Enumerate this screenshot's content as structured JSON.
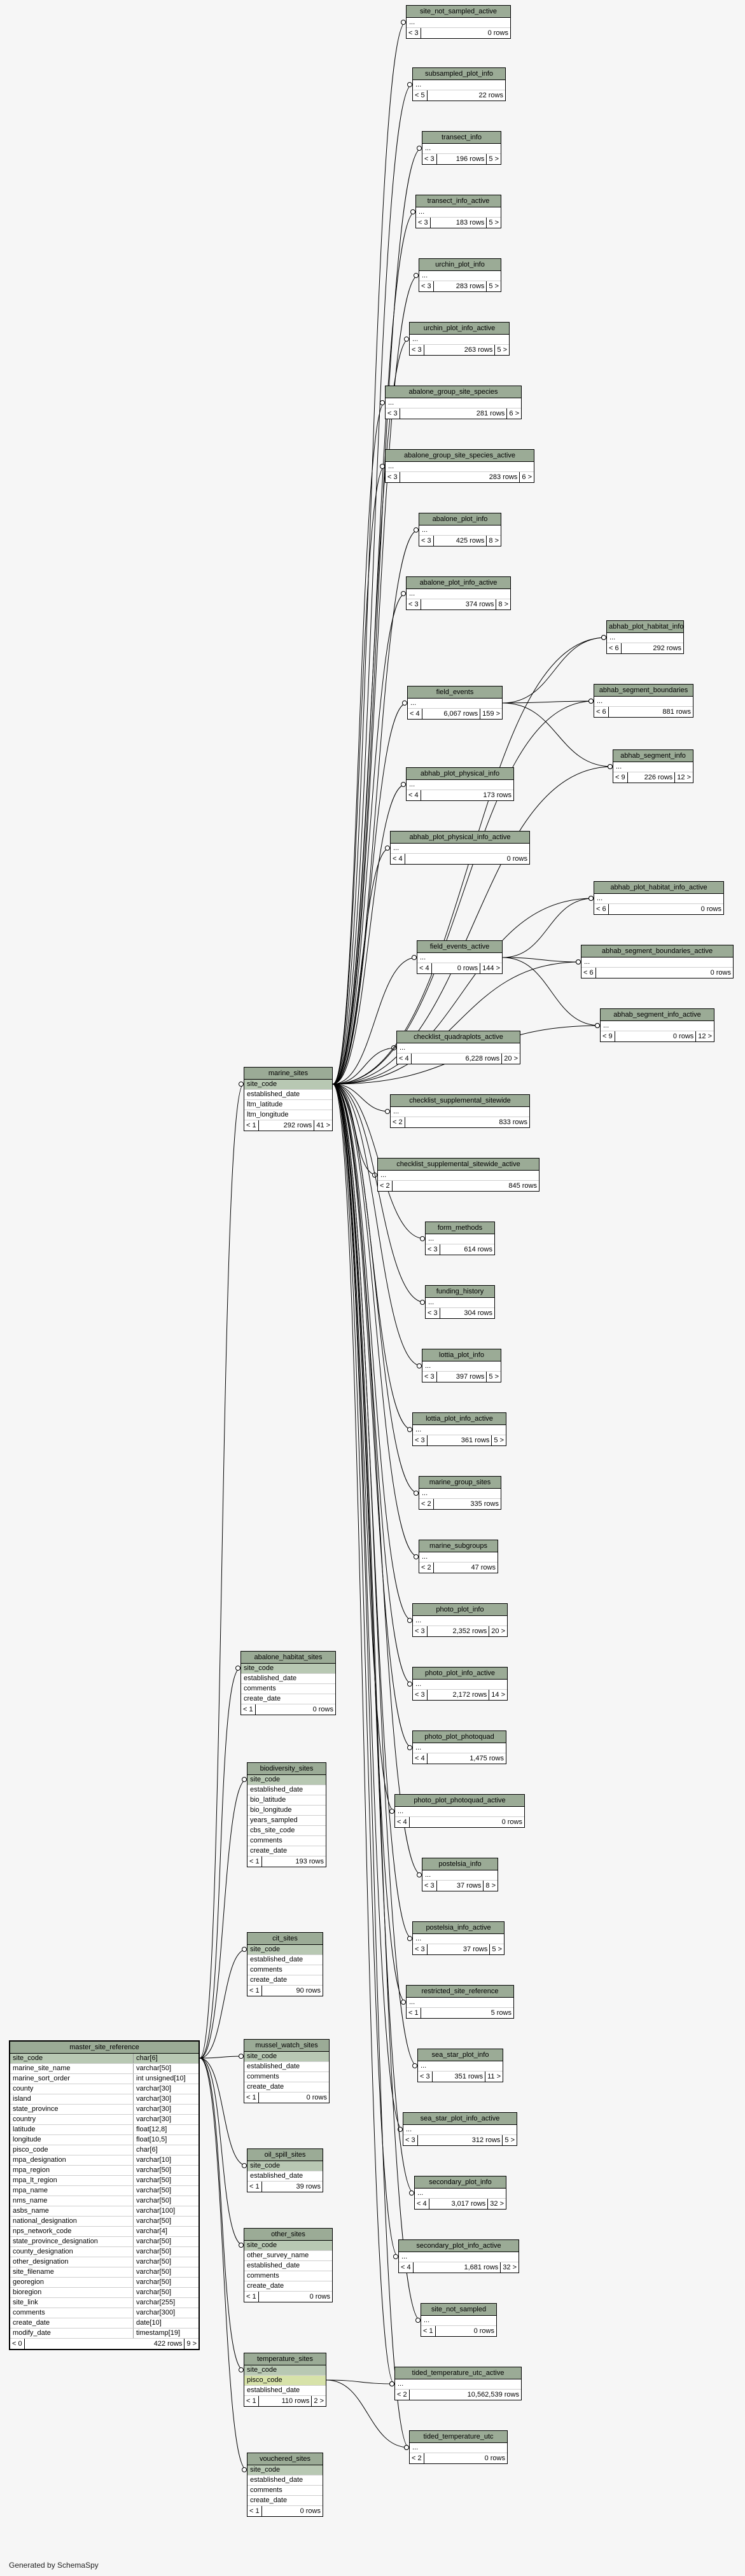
{
  "generated_by": "Generated by SchemaSpy",
  "master": {
    "name": "master_site_reference",
    "columns": [
      [
        "site_code",
        "char[6]"
      ],
      [
        "marine_site_name",
        "varchar[50]"
      ],
      [
        "marine_sort_order",
        "int unsigned[10]"
      ],
      [
        "county",
        "varchar[30]"
      ],
      [
        "island",
        "varchar[30]"
      ],
      [
        "state_province",
        "varchar[30]"
      ],
      [
        "country",
        "varchar[30]"
      ],
      [
        "latitude",
        "float[12,8]"
      ],
      [
        "longitude",
        "float[10,5]"
      ],
      [
        "pisco_code",
        "char[6]"
      ],
      [
        "mpa_designation",
        "varchar[10]"
      ],
      [
        "mpa_region",
        "varchar[50]"
      ],
      [
        "mpa_lt_region",
        "varchar[50]"
      ],
      [
        "mpa_name",
        "varchar[50]"
      ],
      [
        "nms_name",
        "varchar[50]"
      ],
      [
        "asbs_name",
        "varchar[100]"
      ],
      [
        "national_designation",
        "varchar[50]"
      ],
      [
        "nps_network_code",
        "varchar[4]"
      ],
      [
        "state_province_designation",
        "varchar[50]"
      ],
      [
        "county_designation",
        "varchar[50]"
      ],
      [
        "other_designation",
        "varchar[50]"
      ],
      [
        "site_filename",
        "varchar[50]"
      ],
      [
        "georegion",
        "varchar[50]"
      ],
      [
        "bioregion",
        "varchar[50]"
      ],
      [
        "site_link",
        "varchar[255]"
      ],
      [
        "comments",
        "varchar[300]"
      ],
      [
        "create_date",
        "date[10]"
      ],
      [
        "modify_date",
        "timestamp[19]"
      ]
    ],
    "footer": [
      "< 0",
      "422 rows",
      "9 >"
    ]
  },
  "mid_tables": [
    {
      "id": "marine_sites",
      "name": "marine_sites",
      "rows": [
        "site_code",
        "established_date",
        "ltm_latitude",
        "ltm_longitude"
      ],
      "footer": [
        "< 1",
        "292 rows",
        "41 >"
      ]
    },
    {
      "id": "abalone_habitat_sites",
      "name": "abalone_habitat_sites",
      "rows": [
        "site_code",
        "established_date",
        "comments",
        "create_date"
      ],
      "footer": [
        "< 1",
        "0 rows"
      ]
    },
    {
      "id": "biodiversity_sites",
      "name": "biodiversity_sites",
      "rows": [
        "site_code",
        "established_date",
        "bio_latitude",
        "bio_longitude",
        "years_sampled",
        "cbs_site_code",
        "comments",
        "create_date"
      ],
      "footer": [
        "< 1",
        "193 rows"
      ]
    },
    {
      "id": "cit_sites",
      "name": "cit_sites",
      "rows": [
        "site_code",
        "established_date",
        "comments",
        "create_date"
      ],
      "footer": [
        "< 1",
        "90 rows"
      ]
    },
    {
      "id": "mussel_watch_sites",
      "name": "mussel_watch_sites",
      "rows": [
        "site_code",
        "established_date",
        "comments",
        "create_date"
      ],
      "footer": [
        "< 1",
        "0 rows"
      ]
    },
    {
      "id": "oil_spill_sites",
      "name": "oil_spill_sites",
      "rows": [
        "site_code",
        "established_date"
      ],
      "footer": [
        "< 1",
        "39 rows"
      ]
    },
    {
      "id": "other_sites",
      "name": "other_sites",
      "rows": [
        "site_code",
        "other_survey_name",
        "established_date",
        "comments",
        "create_date"
      ],
      "footer": [
        "< 1",
        "0 rows"
      ]
    },
    {
      "id": "temperature_sites",
      "name": "temperature_sites",
      "rows": [
        "site_code",
        "pisco_code",
        "established_date"
      ],
      "footer": [
        "< 1",
        "110 rows",
        "2 >"
      ]
    },
    {
      "id": "vouchered_sites",
      "name": "vouchered_sites",
      "rows": [
        "site_code",
        "established_date",
        "comments",
        "create_date"
      ],
      "footer": [
        "< 1",
        "0 rows"
      ]
    }
  ],
  "right_tables": [
    {
      "name": "site_not_sampled_active",
      "footer": [
        "< 3",
        "0 rows"
      ]
    },
    {
      "name": "subsampled_plot_info",
      "footer": [
        "< 5",
        "22 rows"
      ]
    },
    {
      "name": "transect_info",
      "footer": [
        "< 3",
        "196 rows",
        "5 >"
      ]
    },
    {
      "name": "transect_info_active",
      "footer": [
        "< 3",
        "183 rows",
        "5 >"
      ]
    },
    {
      "name": "urchin_plot_info",
      "footer": [
        "< 3",
        "283 rows",
        "5 >"
      ]
    },
    {
      "name": "urchin_plot_info_active",
      "footer": [
        "< 3",
        "263 rows",
        "5 >"
      ]
    },
    {
      "name": "abalone_group_site_species",
      "footer": [
        "< 3",
        "281 rows",
        "6 >"
      ]
    },
    {
      "name": "abalone_group_site_species_active",
      "footer": [
        "< 3",
        "283 rows",
        "6 >"
      ]
    },
    {
      "name": "abalone_plot_info",
      "footer": [
        "< 3",
        "425 rows",
        "8 >"
      ]
    },
    {
      "name": "abalone_plot_info_active",
      "footer": [
        "< 3",
        "374 rows",
        "8 >"
      ]
    },
    {
      "name": "field_events",
      "footer": [
        "< 4",
        "6,067 rows",
        "159 >"
      ]
    },
    {
      "name": "abhab_plot_physical_info",
      "footer": [
        "< 4",
        "173 rows"
      ]
    },
    {
      "name": "abhab_plot_physical_info_active",
      "footer": [
        "< 4",
        "0 rows"
      ]
    },
    {
      "name": "field_events_active",
      "footer": [
        "< 4",
        "0 rows",
        "144 >"
      ]
    },
    {
      "name": "checklist_quadraplots_active",
      "footer": [
        "< 4",
        "6,228 rows",
        "20 >"
      ]
    },
    {
      "name": "checklist_supplemental_sitewide",
      "footer": [
        "< 2",
        "833 rows"
      ]
    },
    {
      "name": "checklist_supplemental_sitewide_active",
      "footer": [
        "< 2",
        "845 rows"
      ]
    },
    {
      "name": "form_methods",
      "footer": [
        "< 3",
        "614 rows"
      ]
    },
    {
      "name": "funding_history",
      "footer": [
        "< 3",
        "304 rows"
      ]
    },
    {
      "name": "lottia_plot_info",
      "footer": [
        "< 3",
        "397 rows",
        "5 >"
      ]
    },
    {
      "name": "lottia_plot_info_active",
      "footer": [
        "< 3",
        "361 rows",
        "5 >"
      ]
    },
    {
      "name": "marine_group_sites",
      "footer": [
        "< 2",
        "335 rows"
      ]
    },
    {
      "name": "marine_subgroups",
      "footer": [
        "< 2",
        "47 rows"
      ]
    },
    {
      "name": "photo_plot_info",
      "footer": [
        "< 3",
        "2,352 rows",
        "20 >"
      ]
    },
    {
      "name": "photo_plot_info_active",
      "footer": [
        "< 3",
        "2,172 rows",
        "14 >"
      ]
    },
    {
      "name": "photo_plot_photoquad",
      "footer": [
        "< 4",
        "1,475 rows"
      ]
    },
    {
      "name": "photo_plot_photoquad_active",
      "footer": [
        "< 4",
        "0 rows"
      ]
    },
    {
      "name": "postelsia_info",
      "footer": [
        "< 3",
        "37 rows",
        "8 >"
      ]
    },
    {
      "name": "postelsia_info_active",
      "footer": [
        "< 3",
        "37 rows",
        "5 >"
      ]
    },
    {
      "name": "restricted_site_reference",
      "footer": [
        "< 1",
        "5 rows"
      ]
    },
    {
      "name": "sea_star_plot_info",
      "footer": [
        "< 3",
        "351 rows",
        "11 >"
      ]
    },
    {
      "name": "sea_star_plot_info_active",
      "footer": [
        "< 3",
        "312 rows",
        "5 >"
      ]
    },
    {
      "name": "secondary_plot_info",
      "footer": [
        "< 4",
        "3,017 rows",
        "32 >"
      ]
    },
    {
      "name": "secondary_plot_info_active",
      "footer": [
        "< 4",
        "1,681 rows",
        "32 >"
      ]
    },
    {
      "name": "site_not_sampled",
      "footer": [
        "< 1",
        "0 rows"
      ]
    },
    {
      "name": "tided_temperature_utc_active",
      "footer": [
        "< 2",
        "10,562,539 rows"
      ]
    },
    {
      "name": "tided_temperature_utc",
      "footer": [
        "< 2",
        "0 rows"
      ]
    }
  ],
  "far_tables": [
    {
      "name": "abhab_plot_habitat_info",
      "footer": [
        "< 6",
        "292 rows"
      ]
    },
    {
      "name": "abhab_segment_boundaries",
      "footer": [
        "< 6",
        "881 rows"
      ]
    },
    {
      "name": "abhab_segment_info",
      "footer": [
        "< 9",
        "226 rows",
        "12 >"
      ]
    },
    {
      "name": "abhab_plot_habitat_info_active",
      "footer": [
        "< 6",
        "0 rows"
      ]
    },
    {
      "name": "abhab_segment_boundaries_active",
      "footer": [
        "< 6",
        "0 rows"
      ]
    },
    {
      "name": "abhab_segment_info_active",
      "footer": [
        "< 9",
        "0 rows",
        "12 >"
      ]
    }
  ],
  "ellipsis": "..."
}
